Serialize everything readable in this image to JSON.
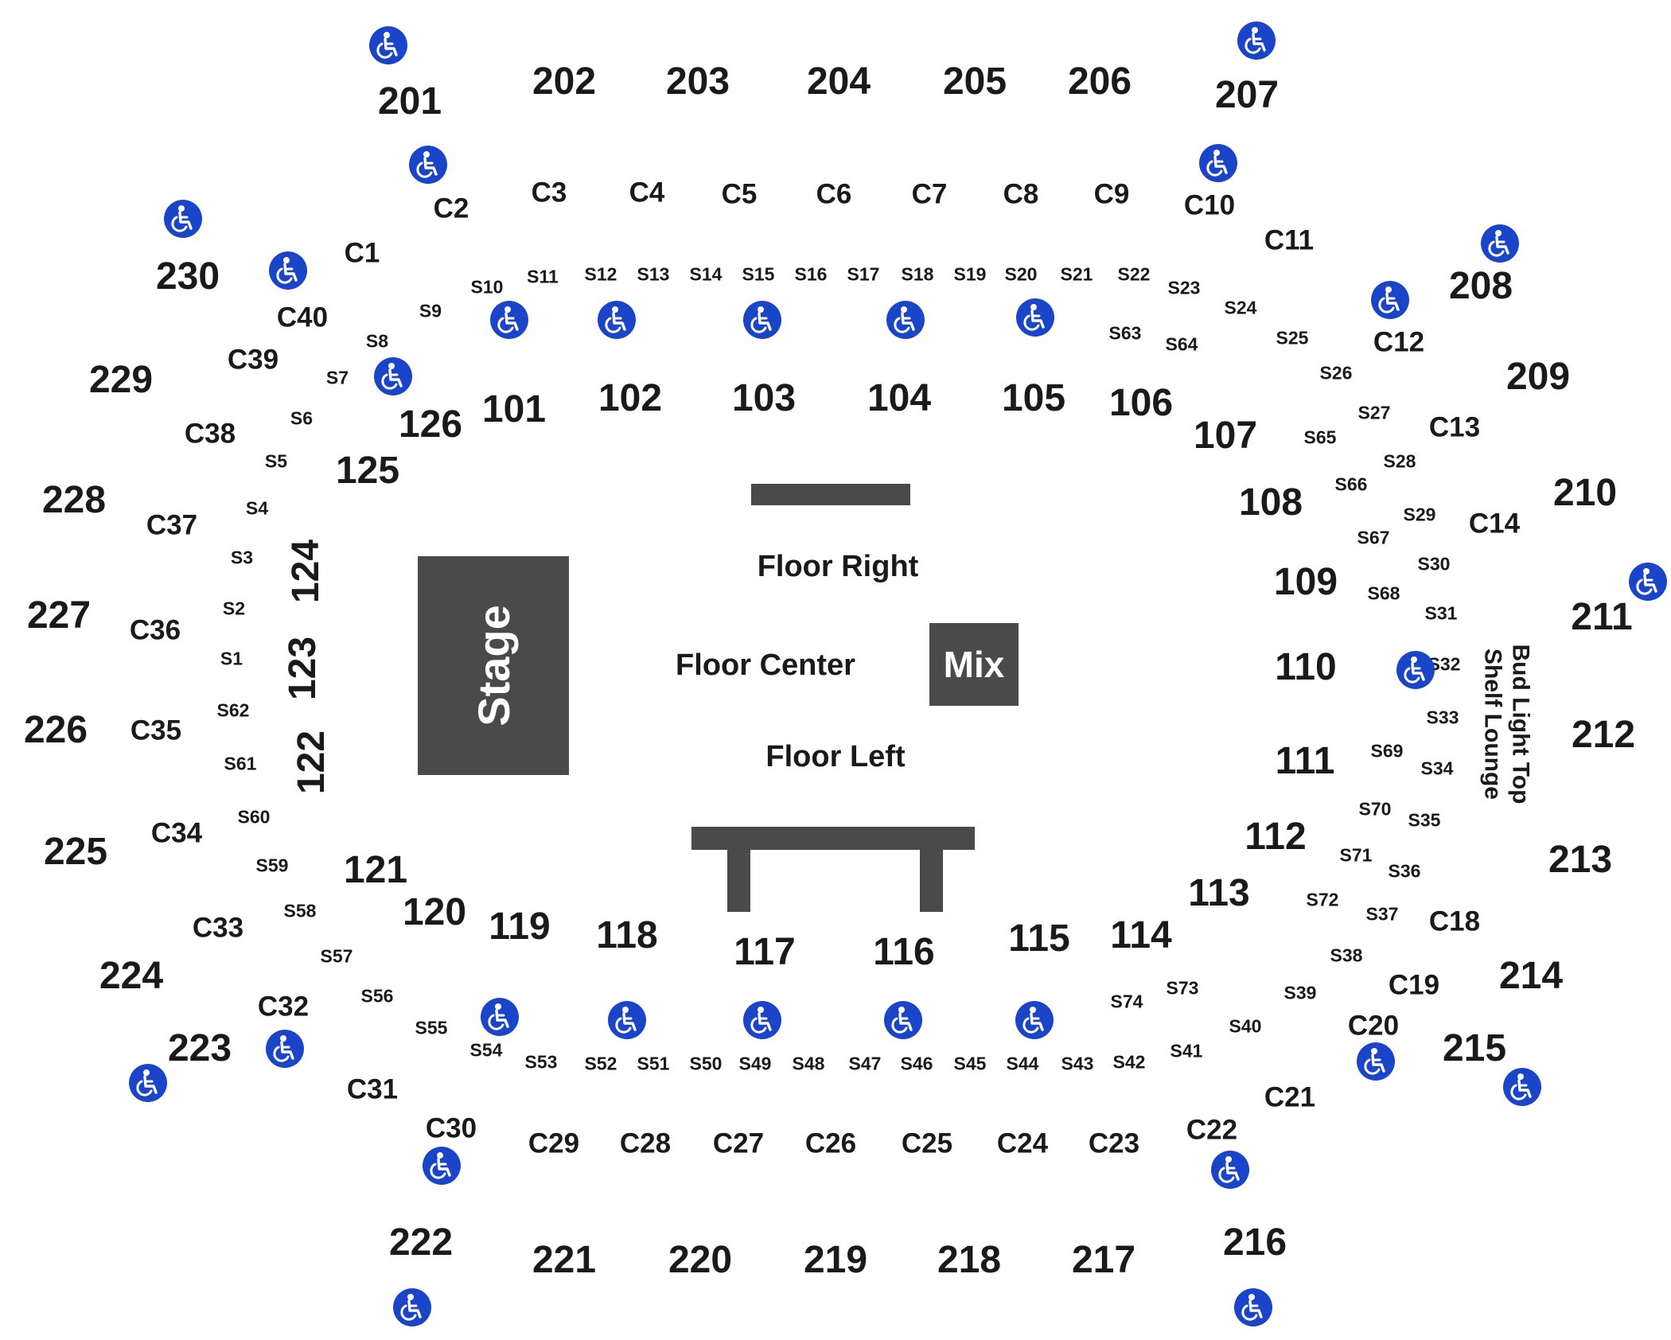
{
  "map": {
    "stage_label": "Stage",
    "mix_label": "Mix",
    "floor_right": "Floor Right",
    "floor_center": "Floor Center",
    "floor_left": "Floor Left",
    "lounge_line1": "Bud Light Top",
    "lounge_line2": "Shelf Lounge",
    "accessibility_icon": "wheelchair-icon",
    "colors": {
      "accessible": "#1a45c8",
      "block": "#4a4a4a",
      "text": "#1a1a1a"
    },
    "upper_sections": [
      "201",
      "202",
      "203",
      "204",
      "205",
      "206",
      "207",
      "208",
      "209",
      "210",
      "211",
      "212",
      "213",
      "214",
      "215",
      "216",
      "217",
      "218",
      "219",
      "220",
      "221",
      "222",
      "223",
      "224",
      "225",
      "226",
      "227",
      "228",
      "229",
      "230"
    ],
    "lower_sections": [
      "101",
      "102",
      "103",
      "104",
      "105",
      "106",
      "107",
      "108",
      "109",
      "110",
      "111",
      "112",
      "113",
      "114",
      "115",
      "116",
      "117",
      "118",
      "119",
      "120",
      "121",
      "122",
      "123",
      "124",
      "125",
      "126"
    ],
    "club_sections": [
      "C1",
      "C2",
      "C3",
      "C4",
      "C5",
      "C6",
      "C7",
      "C8",
      "C9",
      "C10",
      "C11",
      "C12",
      "C13",
      "C14",
      "C18",
      "C19",
      "C20",
      "C21",
      "C22",
      "C23",
      "C24",
      "C25",
      "C26",
      "C27",
      "C28",
      "C29",
      "C30",
      "C31",
      "C32",
      "C33",
      "C34",
      "C35",
      "C36",
      "C37",
      "C38",
      "C39",
      "C40"
    ],
    "suites": [
      "S1",
      "S2",
      "S3",
      "S4",
      "S5",
      "S6",
      "S7",
      "S8",
      "S9",
      "S10",
      "S11",
      "S12",
      "S13",
      "S14",
      "S15",
      "S16",
      "S17",
      "S18",
      "S19",
      "S20",
      "S21",
      "S22",
      "S23",
      "S24",
      "S25",
      "S26",
      "S27",
      "S28",
      "S29",
      "S30",
      "S31",
      "S32",
      "S33",
      "S34",
      "S35",
      "S36",
      "S37",
      "S38",
      "S39",
      "S40",
      "S41",
      "S42",
      "S43",
      "S44",
      "S45",
      "S46",
      "S47",
      "S48",
      "S49",
      "S50",
      "S51",
      "S52",
      "S53",
      "S54",
      "S55",
      "S56",
      "S57",
      "S58",
      "S59",
      "S60",
      "S61",
      "S62",
      "S63",
      "S64",
      "S65",
      "S66",
      "S67",
      "S68",
      "S69",
      "S70",
      "S71",
      "S72",
      "S73",
      "S74"
    ]
  }
}
